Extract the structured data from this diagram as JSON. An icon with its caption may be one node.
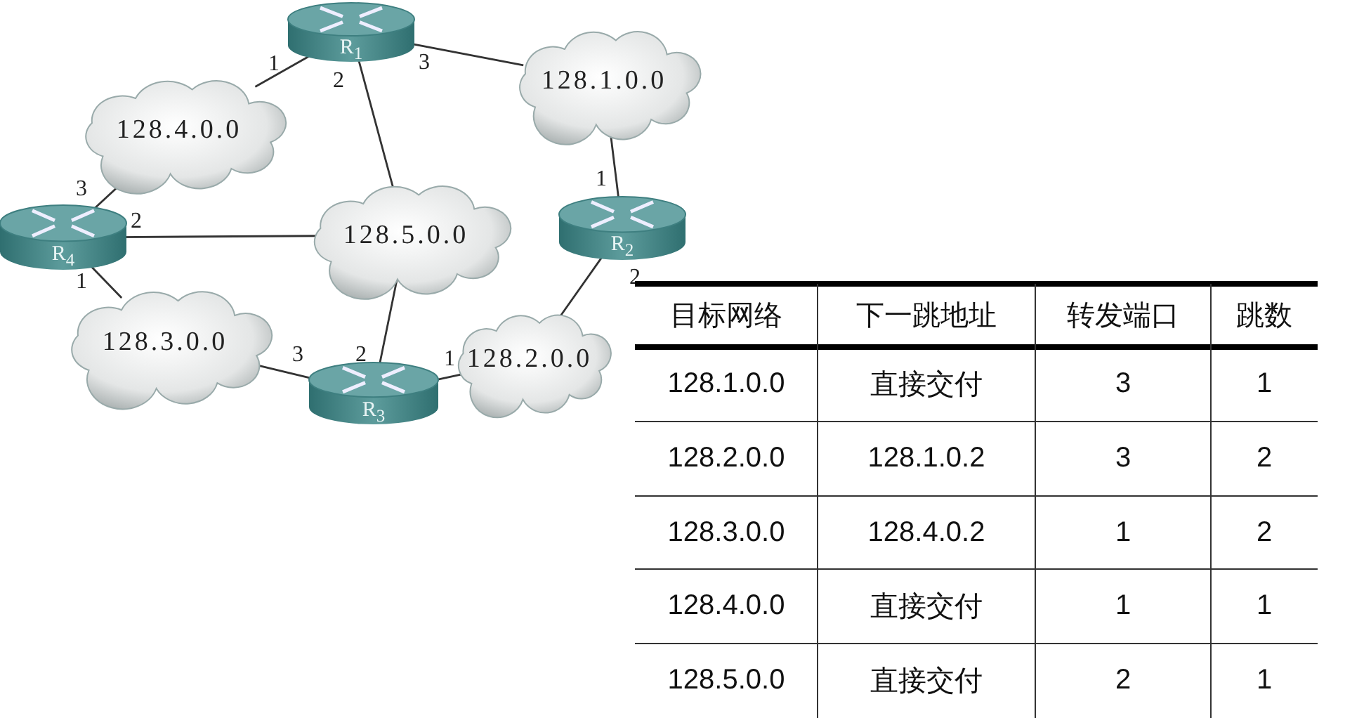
{
  "diagram": {
    "nodes": [
      {
        "text": [
          "R$_{1}$"
        ]
      },
      {
        "text": [
          "128.1.0.0"
        ]
      },
      {
        "text": [
          "128.4.0.0"
        ]
      },
      {
        "text": [
          "R$_{2}$"
        ]
      },
      {
        "text": [
          "R$_{4}$"
        ]
      },
      {
        "text": [
          "128.5.0.0"
        ]
      },
      {
        "text": [
          "128.3.0.0"
        ]
      },
      {
        "text": [
          "R$_{3}$"
        ]
      },
      {
        "text": [
          "128.2.0.0"
        ]
      }
    ],
    "edges": [
      {
        "from": 0,
        "to": 2,
        "arrow": "none"
      },
      {
        "from": 0,
        "to": 1,
        "arrow": "none"
      },
      {
        "from": 0,
        "to": 5,
        "arrow": "none"
      },
      {
        "from": 1,
        "to": 3,
        "arrow": "none"
      },
      {
        "from": 3,
        "to": 8,
        "arrow": "none"
      },
      {
        "from": 4,
        "to": 2,
        "arrow": "none"
      },
      {
        "from": 4,
        "to": 5,
        "arrow": "none"
      },
      {
        "from": 4,
        "to": 6,
        "arrow": "none"
      },
      {
        "from": 5,
        "to": 7,
        "arrow": "none"
      },
      {
        "from": 7,
        "to": 6,
        "arrow": "none"
      },
      {
        "from": 7,
        "to": 8,
        "arrow": "none"
      }
    ],
    "labels": [
      "1",
      "2",
      "3",
      "1",
      "3",
      "2",
      "1",
      "2",
      "3",
      "2",
      "1",
      "目标网络",
      "下一跳地址",
      "转发端口",
      "跳数",
      "128.1.0.0",
      "直接交付",
      "3",
      "1",
      "128.2.0.0",
      "128.1.0.2",
      "3",
      "2",
      "128.3.0.0",
      "128.4.0.2",
      "1",
      "2",
      "128.4.0.0",
      "直接交付",
      "1",
      "1",
      "128.5.0.0",
      "直接交付",
      "2",
      "1"
    ]
  }
}
